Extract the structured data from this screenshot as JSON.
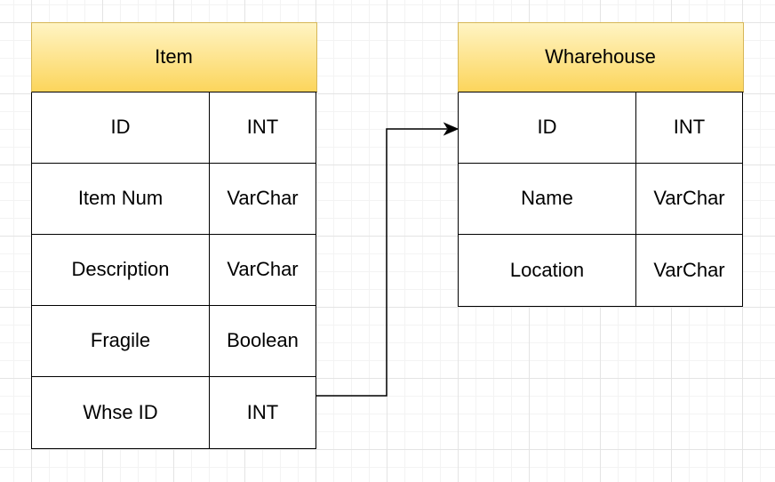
{
  "entities": [
    {
      "title": "Item",
      "fields": [
        {
          "name": "ID",
          "type": "INT"
        },
        {
          "name": "Item Num",
          "type": "VarChar"
        },
        {
          "name": "Description",
          "type": "VarChar"
        },
        {
          "name": "Fragile",
          "type": "Boolean"
        },
        {
          "name": "Whse ID",
          "type": "INT"
        }
      ]
    },
    {
      "title": "Wharehouse",
      "fields": [
        {
          "name": "ID",
          "type": "INT"
        },
        {
          "name": "Name",
          "type": "VarChar"
        },
        {
          "name": "Location",
          "type": "VarChar"
        }
      ]
    }
  ],
  "relationship": {
    "from": "Item.Whse ID",
    "to": "Wharehouse.ID"
  },
  "colors": {
    "header_top": "#fff4c3",
    "header_bottom": "#fcd55c",
    "header_border": "#d6b656",
    "line": "#000000"
  }
}
